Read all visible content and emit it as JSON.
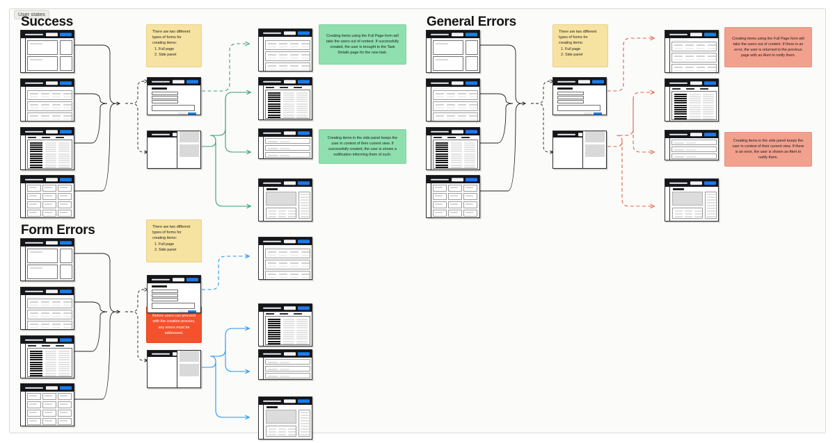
{
  "canvas": {
    "tag": "User states"
  },
  "sections": [
    {
      "id": "success",
      "title": "Success"
    },
    {
      "id": "general",
      "title": "General Errors"
    },
    {
      "id": "form",
      "title": "Form Errors"
    }
  ],
  "notes": {
    "forms_yellow_success": {
      "lead": "There are two different types of forms for creating items:",
      "items": [
        "Full page",
        "Side panel"
      ],
      "color": "#f7e3a1"
    },
    "forms_yellow_general": {
      "lead": "There are two different types of forms for creating items:",
      "items": [
        "Full page",
        "Side panel"
      ],
      "color": "#f7e3a1"
    },
    "forms_yellow_form": {
      "lead": "There are two different types of forms for creating items:",
      "items": [
        "Full page",
        "Side panel"
      ],
      "color": "#f7e3a1"
    },
    "success_fullpage": {
      "text": "Creating items using the Full Page form will take the users out of context. If successfully created, the user is brought to the Task Details page for the new task.",
      "color": "#8fdfaf"
    },
    "success_sidepanel": {
      "text": "Creating items in the side panel keeps the user in context of their current view. If successfully created, the user is shown a notification informing them of such.",
      "color": "#8fdfaf"
    },
    "general_fullpage": {
      "text": "Creating items using the Full Page form will take the users out of content. If there is an error, the user is returned to the previous page with an Alert to notify them.",
      "color": "#f2a18e"
    },
    "general_sidepanel": {
      "text": "Creating items in the side panel keeps the user in context of their current view. If there is an error, the user is shown an Alert to notify them.",
      "color": "#f2a18e"
    },
    "form_errors_warning": {
      "text": "Before users can proceed with the creation process, any errors must be addressed.",
      "color": "#f4512c"
    }
  },
  "screens": {
    "dashboard": "dashboard-screen",
    "list": "list-screen",
    "table": "table-screen",
    "cards": "card-grid-screen",
    "fullpage_form": "full-page-form-screen",
    "side_panel_form": "side-panel-form-screen",
    "task_details": "task-details-screen"
  },
  "connectors": {
    "success_color": "#32a173",
    "general_color": "#e0603c",
    "form_color": "#2196f3",
    "neutral_color": "#1d1d1d"
  }
}
